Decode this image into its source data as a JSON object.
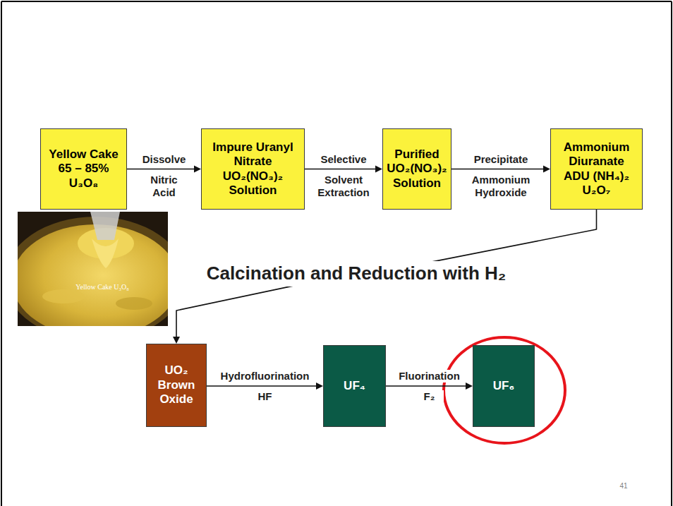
{
  "diagram": {
    "nodes": [
      {
        "text": [
          "Yellow Cake 65 – 85% U₃O₈"
        ]
      },
      {
        "text": [
          "Impure Uranyl Nitrate UO₂(NO₃)₂ Solution"
        ]
      },
      {
        "text": [
          "Purified UO₂(NO₃)₂ Solution"
        ]
      },
      {
        "text": [
          "Ammonium Diuranate ADU (NH₄)₂ U₂O₇"
        ]
      },
      {
        "text": [
          "UO₂ Brown Oxide"
        ]
      },
      {
        "text": [
          "UF₄"
        ]
      },
      {
        "text": [
          "UF₆"
        ]
      }
    ],
    "edges": [
      {
        "from": 0,
        "to": 1,
        "label": "Dissolve",
        "arrow": "to"
      },
      {
        "from": 1,
        "to": 2,
        "label": "Selective",
        "arrow": "to"
      },
      {
        "from": 2,
        "to": 3,
        "label": "Precipitate",
        "arrow": "to"
      },
      {
        "from": 3,
        "to": 4,
        "label": "Calcination and Reduction with H₂",
        "arrow": "to"
      },
      {
        "from": 4,
        "to": 5,
        "label": "Hydrofluorination",
        "arrow": "to"
      },
      {
        "from": 5,
        "to": 6,
        "label": "Fluorination",
        "arrow": "to"
      }
    ],
    "labels": [
      "Nitric Acid",
      "Solvent Extraction",
      "Ammonium Hydroxide",
      "HF",
      "F₂",
      "Yellow Cake U₃O₈",
      "41"
    ]
  }
}
